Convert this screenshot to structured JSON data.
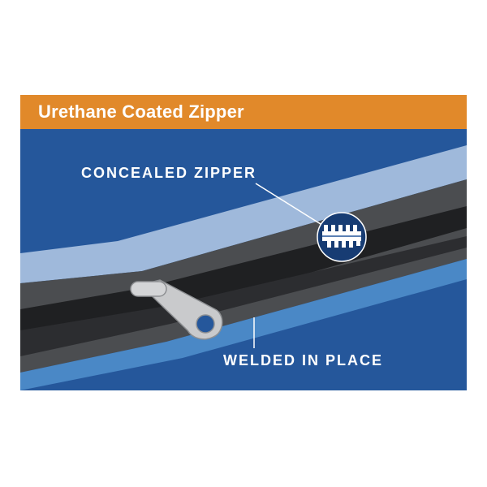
{
  "header": {
    "title": "Urethane Coated Zipper"
  },
  "diagram": {
    "labels": {
      "concealed_zipper": "CONCEALED ZIPPER",
      "welded_in_place": "WELDED IN PLACE"
    },
    "icons": [
      "zipper-pull-icon",
      "zipper-teeth-magnifier-icon"
    ],
    "colors": {
      "header_orange": "#e1892a",
      "background_blue": "#25579b",
      "outer_layer_light_blue": "#9fb9db",
      "inner_layer_dark": "#4b4d50",
      "zipper_core_black": "#1f2022",
      "welded_band_blue": "#4a88c6",
      "zipper_pull_gray": "#c9cacc"
    }
  }
}
